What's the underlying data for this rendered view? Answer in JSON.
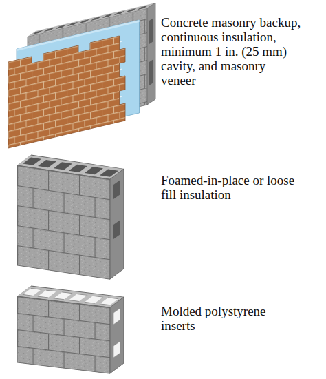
{
  "diagram": {
    "labels": [
      "Concrete masonry backup, continuous insulation, minimum 1 in. (25 mm) cavity, and masonry veneer",
      "Foamed-in-place or loose fill insulation",
      "Molded polystyrene inserts"
    ]
  }
}
